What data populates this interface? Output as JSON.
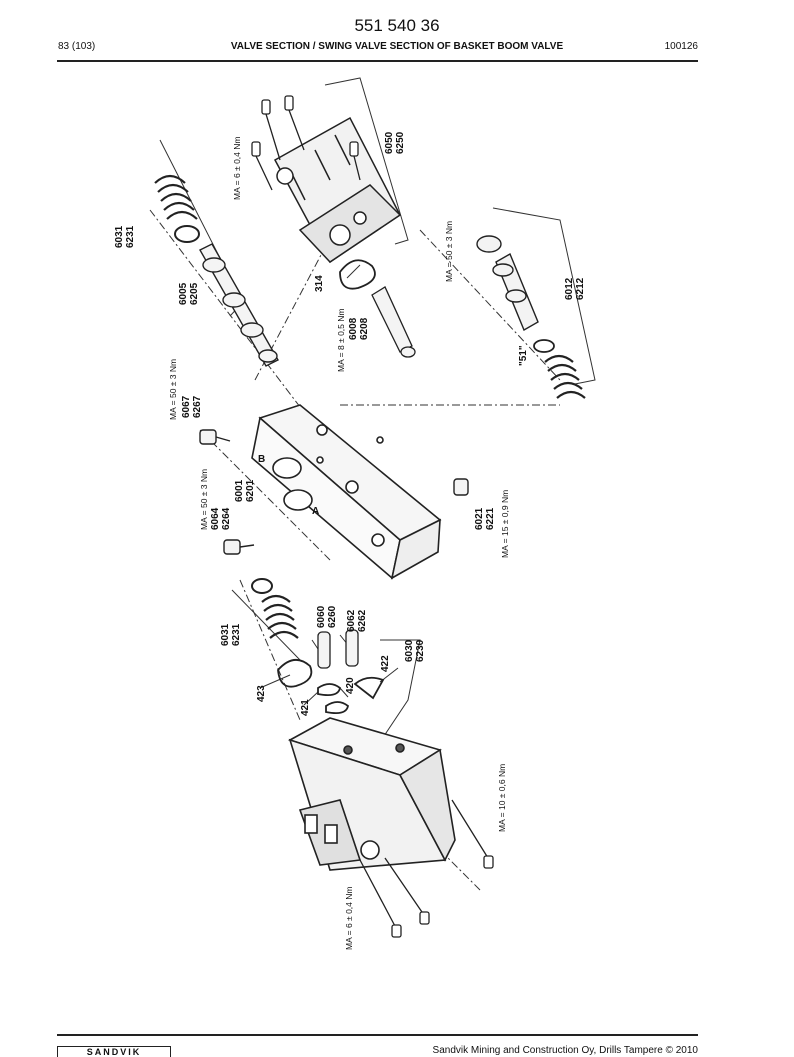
{
  "header": {
    "doc_number": "551 540 36",
    "page": "83 (103)",
    "title": "VALVE SECTION / SWING VALVE SECTION OF BASKET BOOM VALVE",
    "code": "100126"
  },
  "footer": {
    "logo": "SANDVIK",
    "copyright": "Sandvik Mining and Construction Oy, Drills Tampere © 2010"
  },
  "labels": {
    "p6031a": [
      "6031",
      "6231"
    ],
    "p6005": [
      "6005",
      "6205"
    ],
    "p314": "314",
    "p6008": [
      "6008",
      "6208"
    ],
    "p6050": [
      "6050",
      "6250"
    ],
    "p6012": [
      "6012",
      "6212"
    ],
    "p51": "\"51\"",
    "p6067": [
      "6067",
      "6267"
    ],
    "p6064": [
      "6064",
      "6264"
    ],
    "p6001": [
      "6001",
      "6201"
    ],
    "p6021": [
      "6021",
      "6221"
    ],
    "p6031b": [
      "6031",
      "6231"
    ],
    "p6060": [
      "6060",
      "6260"
    ],
    "p6062": [
      "6062",
      "6262"
    ],
    "p6030": [
      "6030",
      "6230"
    ],
    "p423": "423",
    "p421": "421",
    "p420": "420",
    "p422": "422",
    "portB": "B",
    "portA": "A"
  },
  "torques": {
    "t1": "MA = 6 ± 0,4 Nm",
    "t2": "MA = 8 ± 0,5 Nm",
    "t3": "MA = 50 ± 3 Nm",
    "t4": "MA = 50 ± 3 Nm",
    "t5": "MA = 50 ± 3 Nm",
    "t6": "MA = 15 ± 0,9 Nm",
    "t7": "MA = 10 ± 0,6 Nm",
    "t8": "MA = 6 ± 0,4 Nm"
  }
}
